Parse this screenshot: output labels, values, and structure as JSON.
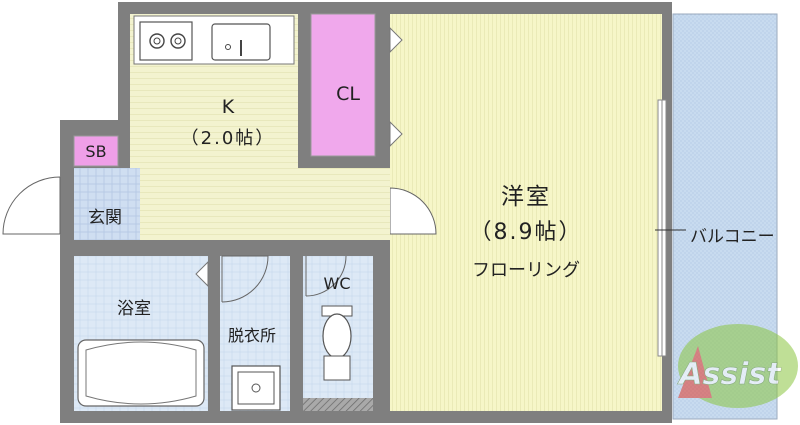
{
  "floorplan": {
    "rooms": {
      "kitchen": {
        "name": "K",
        "area": "（2.0帖）"
      },
      "closet": {
        "name": "CL"
      },
      "shoe_box": {
        "name": "SB"
      },
      "entrance": {
        "name": "玄関"
      },
      "western_room": {
        "name": "洋室",
        "area": "（8.9帖）",
        "flooring": "フローリング"
      },
      "balcony": {
        "name": "バルコニー"
      },
      "bathroom": {
        "name": "浴室"
      },
      "dressing_room": {
        "name": "脱衣所"
      },
      "toilet": {
        "name": "WC"
      }
    },
    "watermark": {
      "text": "Assist"
    },
    "colors": {
      "wall": "#808080",
      "kitchen_floor": "#f1f1c9",
      "western_floor": "#f5f5c4",
      "closet": "#f0a8ec",
      "shoe_box": "#ef9fe8",
      "entrance_tile": "#c9d9ef",
      "wet_area": "#dce8f6",
      "balcony": "#c8dcef",
      "logo_green": "#8cc641",
      "logo_red": "#e23a2b"
    }
  }
}
